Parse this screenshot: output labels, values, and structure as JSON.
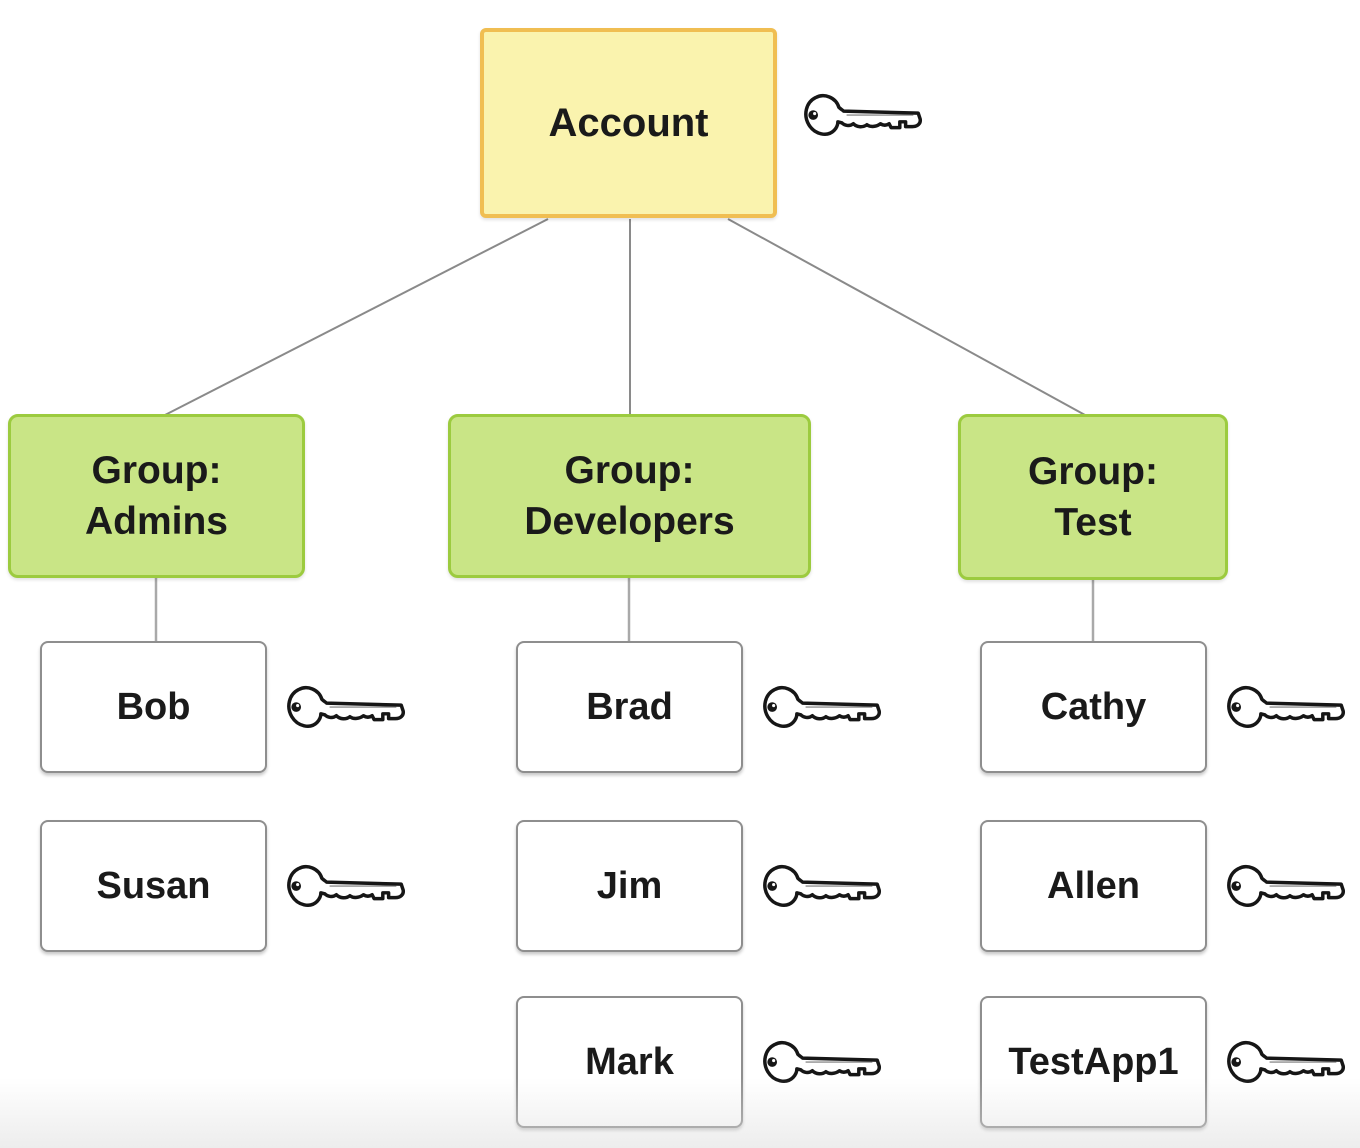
{
  "account": {
    "label": "Account"
  },
  "groups": [
    {
      "title": "Group:",
      "name": "Admins",
      "users": [
        "Bob",
        "Susan"
      ]
    },
    {
      "title": "Group:",
      "name": "Developers",
      "users": [
        "Brad",
        "Jim",
        "Mark"
      ]
    },
    {
      "title": "Group:",
      "name": "Test",
      "users": [
        "Cathy",
        "Allen",
        "TestApp1"
      ]
    }
  ],
  "icons": {
    "key": "key-icon"
  },
  "colors": {
    "account_fill": "#FAF3AE",
    "account_border": "#F0BE52",
    "group_fill": "#C9E586",
    "group_border": "#9CCB3F",
    "user_fill": "#FFFFFF",
    "user_border": "#8E8E8E",
    "connector": "#8A8A8A",
    "text": "#1A1A1A"
  }
}
